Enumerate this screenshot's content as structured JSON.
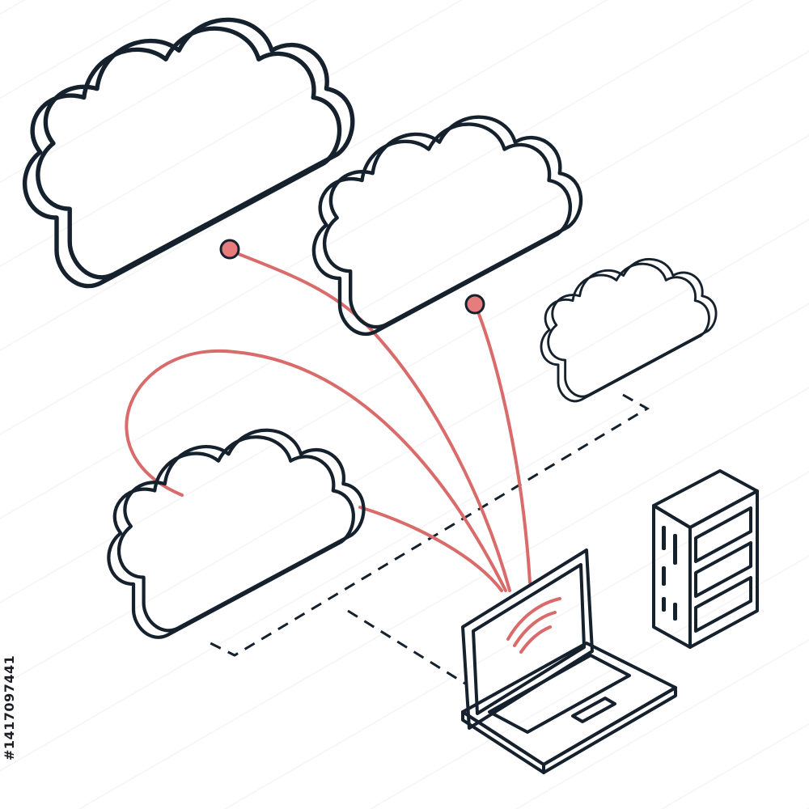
{
  "scene": {
    "description_free": true,
    "clouds": [
      {
        "id": "cloud-top-left"
      },
      {
        "id": "cloud-top-middle"
      },
      {
        "id": "cloud-right-small"
      },
      {
        "id": "cloud-bottom-left"
      }
    ],
    "devices": [
      {
        "id": "laptop"
      },
      {
        "id": "server-rack",
        "drive_bays": 3
      }
    ]
  },
  "colors": {
    "outline": "#16212e",
    "cloud_face": "#ffffff",
    "cloud_side": "#d9edf1",
    "connection": "#d96b6b",
    "accent_fill": "#e67c7c",
    "dashed_path": "#16212e"
  },
  "icons": {
    "wifi": "wifi-signal-icon",
    "node": "connection-node-icon"
  },
  "watermark": {
    "stock_id": "#1417097441"
  }
}
